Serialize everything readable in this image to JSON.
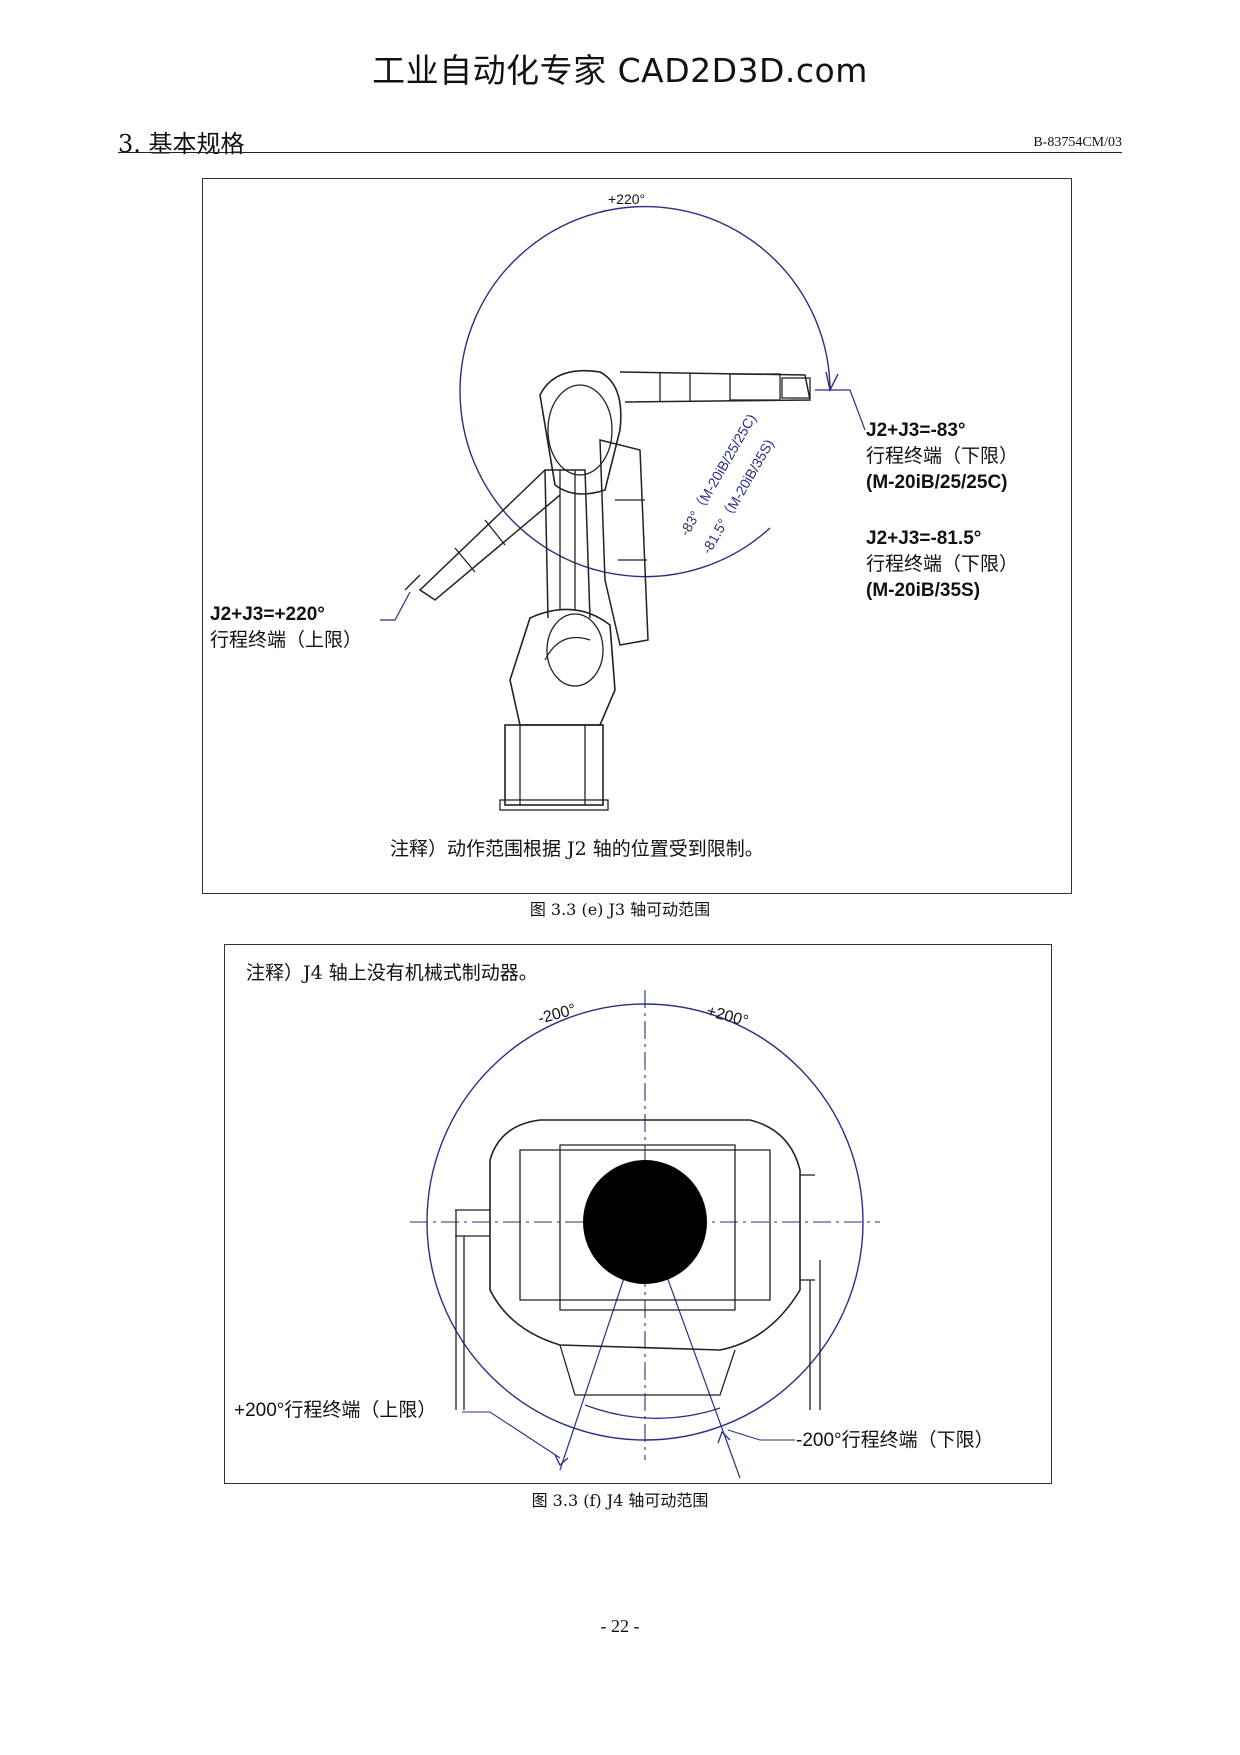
{
  "watermark": "工业自动化专家 CAD2D3D.com",
  "header": {
    "section_title": "3. 基本规格",
    "doc_number": "B-83754CM/03"
  },
  "figure_e": {
    "top_angle": "+220°",
    "lower_limit_a_line1": "J2+J3=-83°",
    "lower_limit_a_line2": "行程终端（下限）",
    "lower_limit_a_line3": "(M-20iB/25/25C)",
    "lower_limit_b_line1": "J2+J3=-81.5°",
    "lower_limit_b_line2": "行程终端（下限）",
    "lower_limit_b_line3": "(M-20iB/35S)",
    "upper_limit_line1": "J2+J3=+220°",
    "upper_limit_line2": "行程终端（上限）",
    "arc_label_1": "-83°（M-20iB/25/25C)",
    "arc_label_2": "-81.5°（M-20iB/35S)",
    "note": "注释）动作范围根据 J2 轴的位置受到限制。",
    "caption": "图 3.3 (e) J3 轴可动范围"
  },
  "figure_f": {
    "note": "注释）J4 轴上没有机械式制动器。",
    "angle_left": "-200°",
    "angle_right": "+200°",
    "upper_limit": "+200°行程终端（上限）",
    "lower_limit": "-200°行程终端（下限）",
    "caption": "图 3.3 (f) J4 轴可动范围"
  },
  "footer": {
    "page_number": "- 22 -"
  },
  "colors": {
    "dimension_line": "#2b2f86",
    "drawing_line": "#222222"
  }
}
